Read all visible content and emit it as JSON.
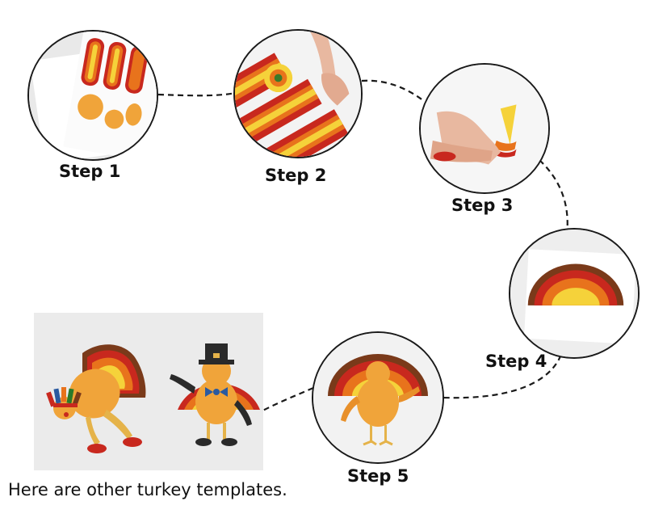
{
  "steps": [
    {
      "label": "Step 1",
      "icon": "sticker-sheets-icon"
    },
    {
      "label": "Step 2",
      "icon": "peeling-stickers-icon"
    },
    {
      "label": "Step 3",
      "icon": "placing-sticker-icon"
    },
    {
      "label": "Step 4",
      "icon": "turkey-tail-icon"
    },
    {
      "label": "Step 5",
      "icon": "finished-turkey-icon"
    }
  ],
  "caption": "Here are other turkey templates.",
  "colors": {
    "red": "#c8281e",
    "orange": "#e8731c",
    "yellow": "#f5d23a",
    "brown": "#7a3a1a",
    "body": "#f0a43a"
  }
}
